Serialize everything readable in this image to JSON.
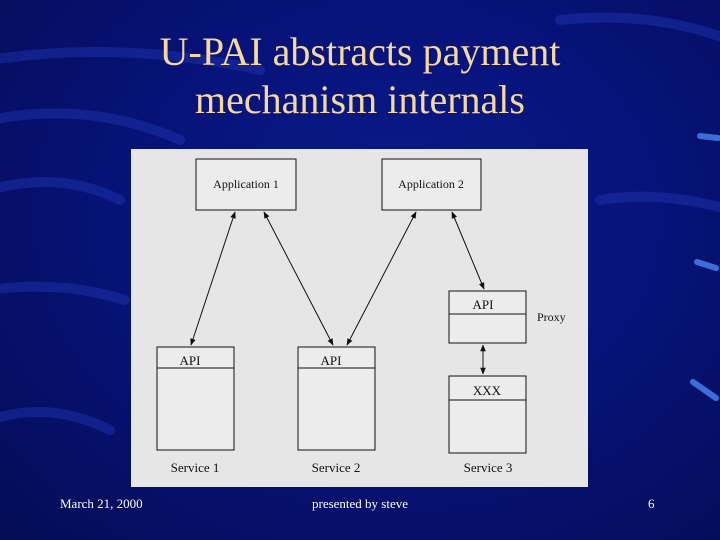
{
  "slide": {
    "title_line1": "U-PAI abstracts payment",
    "title_line2": "mechanism internals"
  },
  "diagram": {
    "app1": "Application 1",
    "app2": "Application 2",
    "service1_api": "API",
    "service2_api": "API",
    "proxy_api": "API",
    "proxy_label": "Proxy",
    "service3_internal": "XXX",
    "service1": "Service 1",
    "service2": "Service 2",
    "service3": "Service 3"
  },
  "footer": {
    "date": "March 21, 2000",
    "presenter": "presented by steve",
    "page": "6"
  }
}
